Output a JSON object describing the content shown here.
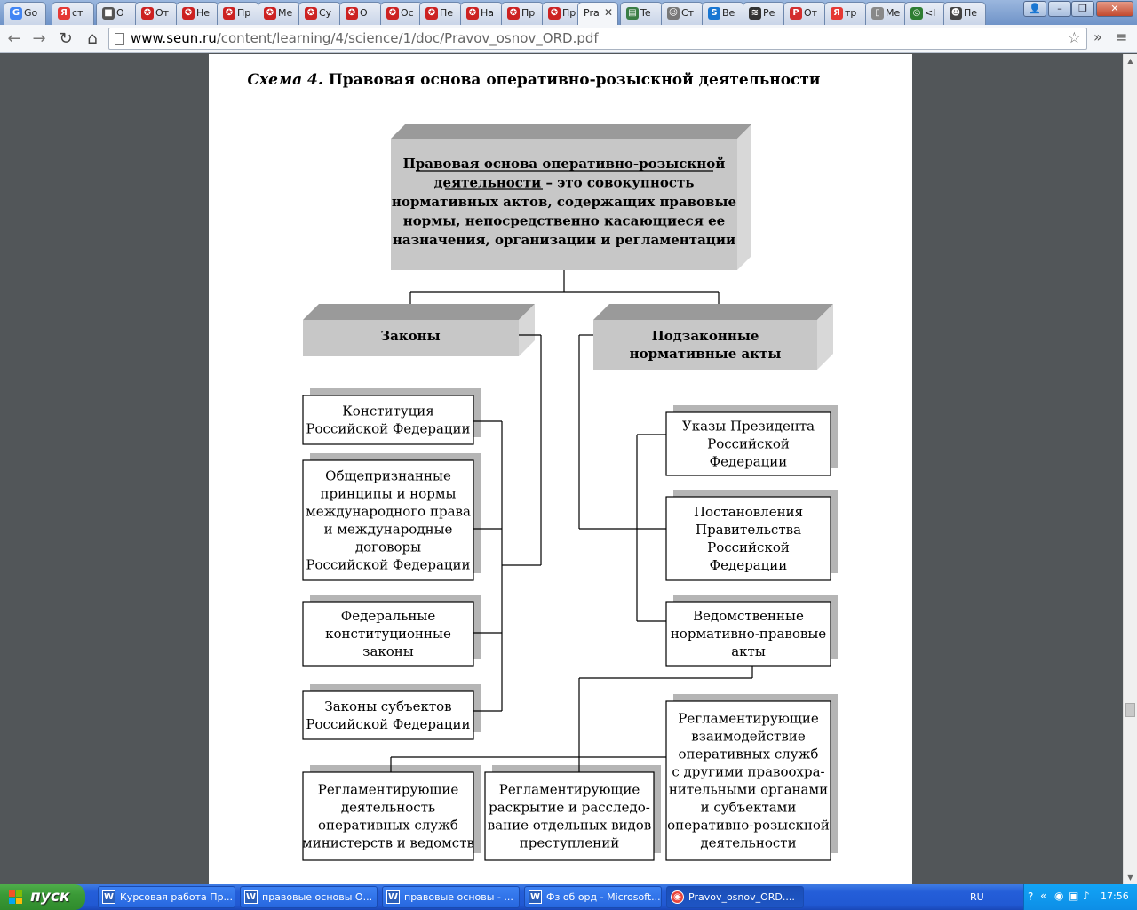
{
  "browser": {
    "tabs": [
      {
        "label": "Go",
        "color": "#4285f4",
        "glyph": "G"
      },
      {
        "label": "ст",
        "color": "#e53935",
        "glyph": "Я"
      },
      {
        "label": "О",
        "color": "#555555",
        "glyph": "■"
      },
      {
        "label": "От",
        "color": "#cc2222",
        "glyph": "✪"
      },
      {
        "label": "Не",
        "color": "#cc2222",
        "glyph": "✪"
      },
      {
        "label": "Пр",
        "color": "#cc2222",
        "glyph": "✪"
      },
      {
        "label": "Ме",
        "color": "#cc2222",
        "glyph": "✪"
      },
      {
        "label": "Су",
        "color": "#cc2222",
        "glyph": "✪"
      },
      {
        "label": "О",
        "color": "#cc2222",
        "glyph": "✪"
      },
      {
        "label": "Ос",
        "color": "#cc2222",
        "glyph": "✪"
      },
      {
        "label": "Пе",
        "color": "#cc2222",
        "glyph": "✪"
      },
      {
        "label": "На",
        "color": "#cc2222",
        "glyph": "✪"
      },
      {
        "label": "Пр",
        "color": "#cc2222",
        "glyph": "✪"
      },
      {
        "label": "Пр",
        "color": "#cc2222",
        "glyph": "✪"
      },
      {
        "label": "Pra",
        "color": "#ffffff",
        "glyph": "",
        "active": true
      },
      {
        "label": "Te",
        "color": "#3a7d44",
        "glyph": "▤"
      },
      {
        "label": "Ст",
        "color": "#777777",
        "glyph": "☺"
      },
      {
        "label": "Ве",
        "color": "#1976d2",
        "glyph": "S"
      },
      {
        "label": "Ре",
        "color": "#333333",
        "glyph": "≋"
      },
      {
        "label": "От",
        "color": "#d32f2f",
        "glyph": "P"
      },
      {
        "label": "тр",
        "color": "#e53935",
        "glyph": "Я"
      },
      {
        "label": "Ме",
        "color": "#888888",
        "glyph": "▯"
      },
      {
        "label": "<l",
        "color": "#2e7d32",
        "glyph": "◎"
      },
      {
        "label": "Пе",
        "color": "#444444",
        "glyph": "☻"
      }
    ],
    "url_host": "www.seun.ru",
    "url_path": "/content/learning/4/science/1/doc/Pravov_osnov_ORD.pdf",
    "window_buttons": [
      "👤",
      "–",
      "❐",
      "✕"
    ]
  },
  "document": {
    "title_italic": "Схема 4.",
    "title_rest": " Правовая основа оперативно-розыскной деятельности",
    "definition_underlined": [
      "Правовая основа оперативно-розыскной",
      "деятельности"
    ],
    "definition_lines": [
      "Правовая основа оперативно-розыскной",
      "деятельности – это совокупность",
      "нормативных актов, содержащих правовые",
      "нормы, непосредственно касающиеся ее",
      "назначения, организации и регламентации"
    ],
    "laws_header": "Законы",
    "bylaws_header": [
      "Подзаконные",
      "нормативные акты"
    ],
    "laws_items": [
      [
        "Конституция",
        "Российской Федерации"
      ],
      [
        "Общепризнанные",
        "принципы и нормы",
        "международного права",
        "и международные",
        "договоры",
        "Российской Федерации"
      ],
      [
        "Федеральные",
        "конституционные",
        "законы"
      ],
      [
        "Законы субъектов",
        "Российской Федерации"
      ]
    ],
    "bylaws_items": [
      [
        "Указы Президента",
        "Российской",
        "Федерации"
      ],
      [
        "Постановления",
        "Правительства",
        "Российской",
        "Федерации"
      ],
      [
        "Ведомственные",
        "нормативно-правовые",
        "акты"
      ]
    ],
    "regulating_items": [
      [
        "Регламентирующие",
        "деятельность",
        "оперативных служб",
        "министерств и ведомств"
      ],
      [
        "Регламентирующие",
        "раскрытие и расследо-",
        "вание отдельных видов",
        "преступлений"
      ],
      [
        "Регламентирующие",
        "взаимодействие",
        "оперативных служб",
        "с другими правоохра-",
        "нительными органами",
        "и субъектами",
        "оперативно-розыскной",
        "деятельности"
      ]
    ]
  },
  "taskbar": {
    "start_label": "пуск",
    "tasks": [
      {
        "label": "Курсовая работа Пр...",
        "glyph": "W"
      },
      {
        "label": "правовые основы О...",
        "glyph": "W"
      },
      {
        "label": "правовые основы - ...",
        "glyph": "W"
      },
      {
        "label": "Фз об орд - Microsoft...",
        "glyph": "W"
      },
      {
        "label": "Pravov_osnov_ORD....",
        "glyph": "◉",
        "active": true
      }
    ],
    "language": "RU",
    "clock": "17:56"
  }
}
